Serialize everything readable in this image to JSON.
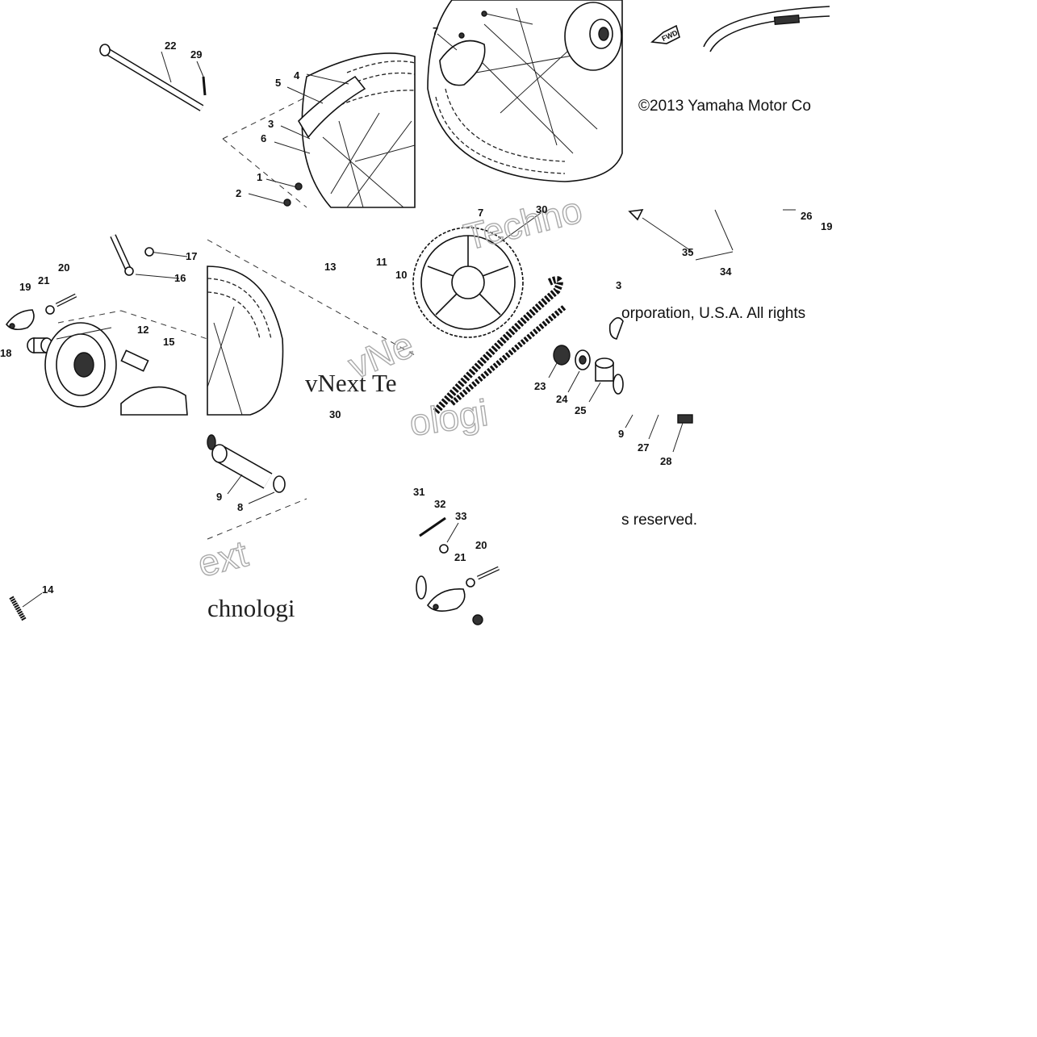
{
  "copyright": {
    "line1": "©2013 Yamaha Motor Co",
    "line2": "orporation, U.S.A. All rights",
    "line3": "s reserved."
  },
  "watermark": {
    "serif_text": "vNext Te",
    "outline_1": "vNe",
    "outline_2": "Techno",
    "outline_3": "ologi",
    "outline_4": "ext",
    "serif_text_2": "chnologi"
  },
  "direction_tag": "FWD",
  "callouts": [
    {
      "id": "c22",
      "text": "22"
    },
    {
      "id": "c29",
      "text": "29"
    },
    {
      "id": "c4",
      "text": "4"
    },
    {
      "id": "c5",
      "text": "5"
    },
    {
      "id": "c3",
      "text": "3"
    },
    {
      "id": "c6",
      "text": "6"
    },
    {
      "id": "c1",
      "text": "1"
    },
    {
      "id": "c2",
      "text": "2"
    },
    {
      "id": "c7",
      "text": "7"
    },
    {
      "id": "c13",
      "text": "13"
    },
    {
      "id": "c11",
      "text": "11"
    },
    {
      "id": "c10",
      "text": "10"
    },
    {
      "id": "c17",
      "text": "17"
    },
    {
      "id": "c16",
      "text": "16"
    },
    {
      "id": "c20a",
      "text": "20"
    },
    {
      "id": "c21a",
      "text": "21"
    },
    {
      "id": "c19a",
      "text": "19"
    },
    {
      "id": "c18",
      "text": "18"
    },
    {
      "id": "c12",
      "text": "12"
    },
    {
      "id": "c15",
      "text": "15"
    },
    {
      "id": "c30a",
      "text": "30"
    },
    {
      "id": "c7b",
      "text": "7"
    },
    {
      "id": "c26",
      "text": "26"
    },
    {
      "id": "c19b",
      "text": "19"
    },
    {
      "id": "c35",
      "text": "35"
    },
    {
      "id": "c34",
      "text": "34"
    },
    {
      "id": "c3b",
      "text": "3"
    },
    {
      "id": "c23",
      "text": "23"
    },
    {
      "id": "c24",
      "text": "24"
    },
    {
      "id": "c25",
      "text": "25"
    },
    {
      "id": "c30b",
      "text": "30"
    },
    {
      "id": "c9b",
      "text": "9"
    },
    {
      "id": "c27",
      "text": "27"
    },
    {
      "id": "c28",
      "text": "28"
    },
    {
      "id": "c9",
      "text": "9"
    },
    {
      "id": "c8",
      "text": "8"
    },
    {
      "id": "c31",
      "text": "31"
    },
    {
      "id": "c32",
      "text": "32"
    },
    {
      "id": "c33",
      "text": "33"
    },
    {
      "id": "c21b",
      "text": "21"
    },
    {
      "id": "c20b",
      "text": "20"
    },
    {
      "id": "c14",
      "text": "14"
    }
  ],
  "colors": {
    "ink": "#111111",
    "paper": "#ffffff",
    "watermark_gray": "#aaaaaa"
  }
}
